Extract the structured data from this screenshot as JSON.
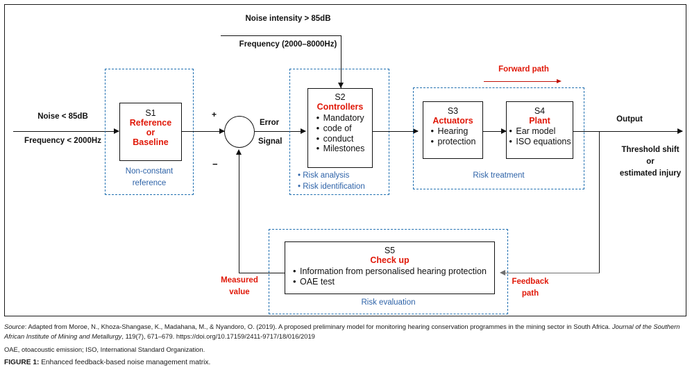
{
  "figure": {
    "inputs": {
      "left_line1": "Noise < 85dB",
      "left_line2": "Frequency < 2000Hz",
      "top_line1": "Noise intensity > 85dB",
      "top_line2": "Frequency (2000–8000Hz)"
    },
    "signs": {
      "plus": "+",
      "minus": "−"
    },
    "error_signal": {
      "line1": "Error",
      "line2": "Signal"
    },
    "blocks": [
      {
        "id": "s1",
        "code": "S1",
        "name_lines": [
          "Reference",
          "or",
          "Baseline"
        ],
        "items": [],
        "group_label": "Non-constant reference"
      },
      {
        "id": "s2",
        "code": "S2",
        "name_lines": [
          "Controllers"
        ],
        "items": [
          "Mandatory code of conduct",
          "Milestones"
        ],
        "group_items": [
          "Risk analysis",
          "Risk identification"
        ]
      },
      {
        "id": "s3",
        "code": "S3",
        "name_lines": [
          "Actuators"
        ],
        "items": [
          "Hearing protection"
        ]
      },
      {
        "id": "s4",
        "code": "S4",
        "name_lines": [
          "Plant"
        ],
        "items": [
          "Ear model",
          "ISO equations"
        ]
      },
      {
        "id": "s5",
        "code": "S5",
        "name_lines": [
          "Check up"
        ],
        "items": [
          "Information from personalised hearing protection",
          "OAE test"
        ],
        "group_label": "Risk evaluation"
      }
    ],
    "group_labels": {
      "s1": "Non-constant reference",
      "s1_l1": "Non-constant",
      "s1_l2": "reference",
      "s2_item1": "Risk analysis",
      "s2_item2": "Risk identification",
      "s34": "Risk treatment",
      "s5": "Risk evaluation"
    },
    "annotations": {
      "forward_path": "Forward path",
      "feedback_path_l1": "Feedback",
      "feedback_path_l2": "path",
      "measured_value_l1": "Measured",
      "measured_value_l2": "value",
      "output": "Output",
      "output_desc_l1": "Threshold shift",
      "output_desc_l2": "or",
      "output_desc_l3": "estimated injury"
    },
    "box_text": {
      "s1_code": "S1",
      "s1_a": "Reference",
      "s1_b": "or",
      "s1_c": "Baseline",
      "s2_code": "S2",
      "s2_name": "Controllers",
      "s2_i1": "Mandatory",
      "s2_i2": "code of",
      "s2_i3": "conduct",
      "s2_i4": "Milestones",
      "s3_code": "S3",
      "s3_name": "Actuators",
      "s3_i1": "Hearing",
      "s3_i2": "protection",
      "s4_code": "S4",
      "s4_name": "Plant",
      "s4_i1": "Ear model",
      "s4_i2": "ISO equations",
      "s5_code": "S5",
      "s5_name": "Check up",
      "s5_i1": "Information from personalised hearing protection",
      "s5_i2": "OAE test"
    },
    "colors": {
      "red": "#e01808",
      "blue": "#2e63a8",
      "dash_blue": "#1f6fb0",
      "line": "#111111",
      "grey_line": "#6f6f6f"
    }
  },
  "caption": {
    "source_label": "Source",
    "source_rest": ": Adapted from Moroe, N., Khoza-Shangase, K., Madahana, M., & Nyandoro, O. (2019). A proposed preliminary model for monitoring hearing conservation programmes in the mining sector in South Africa. ",
    "journal": "Journal of the Southern African Institute of Mining and Metallurgy",
    "source_tail": ", 119(7), 671–679. https://doi.org/10.17159/2411-9717/18/016/2019",
    "abbrev": "OAE, otoacoustic emission; ISO, International Standard Organization.",
    "figure_label": "FIGURE 1:",
    "figure_title": " Enhanced feedback-based noise management matrix."
  }
}
